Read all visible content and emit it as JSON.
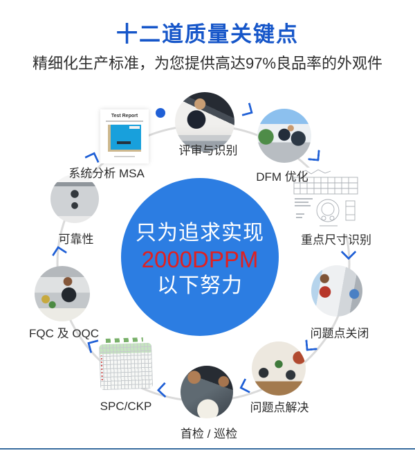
{
  "header": {
    "title": "十二道质量关键点",
    "subtitle": "精细化生产标准，为您提供高达97%良品率的外观件"
  },
  "center_circle": {
    "line1": "只为追求实现",
    "line2": "2000DPPM",
    "line3": "以下努力"
  },
  "steps": [
    {
      "id": "review",
      "label": "评审与识别"
    },
    {
      "id": "dfm",
      "label": "DFM 优化"
    },
    {
      "id": "key-dimension",
      "label": "重点尺寸识别"
    },
    {
      "id": "issue-close",
      "label": "问题点关闭"
    },
    {
      "id": "issue-solve",
      "label": "问题点解决"
    },
    {
      "id": "first-patrol",
      "label": "首检 / 巡检"
    },
    {
      "id": "spc-ckp",
      "label": "SPC/CKP"
    },
    {
      "id": "fqc-oqc",
      "label": "FQC 及 OQC"
    },
    {
      "id": "reliability",
      "label": "可靠性"
    },
    {
      "id": "msa",
      "label": "系统分析 MSA"
    }
  ],
  "test_report": {
    "title": "Test Report"
  },
  "colors": {
    "title_blue": "#1656C9",
    "center_circle_blue": "#2C7DE2",
    "highlight_red": "#E02020",
    "arrow_blue": "#2060D6",
    "ring_gray": "#DADADA",
    "label_dark": "#2B2B2B",
    "bottom_bar_blue": "#366B9E",
    "report_plate_blue": "#18A0DC"
  }
}
